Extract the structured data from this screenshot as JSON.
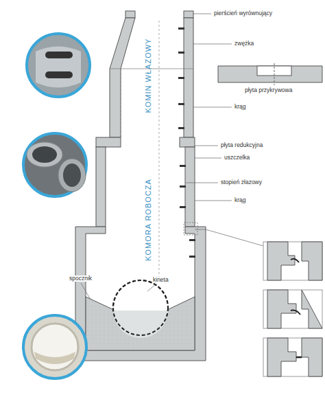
{
  "diagram": {
    "labels": [
      "pierścień wyrównujący",
      "zwężka",
      "płyta przykrywowa",
      "krąg",
      "płyta redukcyjna",
      "uszczelka",
      "stopień złazowy",
      "krąg",
      "KOMIN WŁAZOWY",
      "KOMORA ROBOCZA",
      "spocznik",
      "kineta"
    ]
  }
}
